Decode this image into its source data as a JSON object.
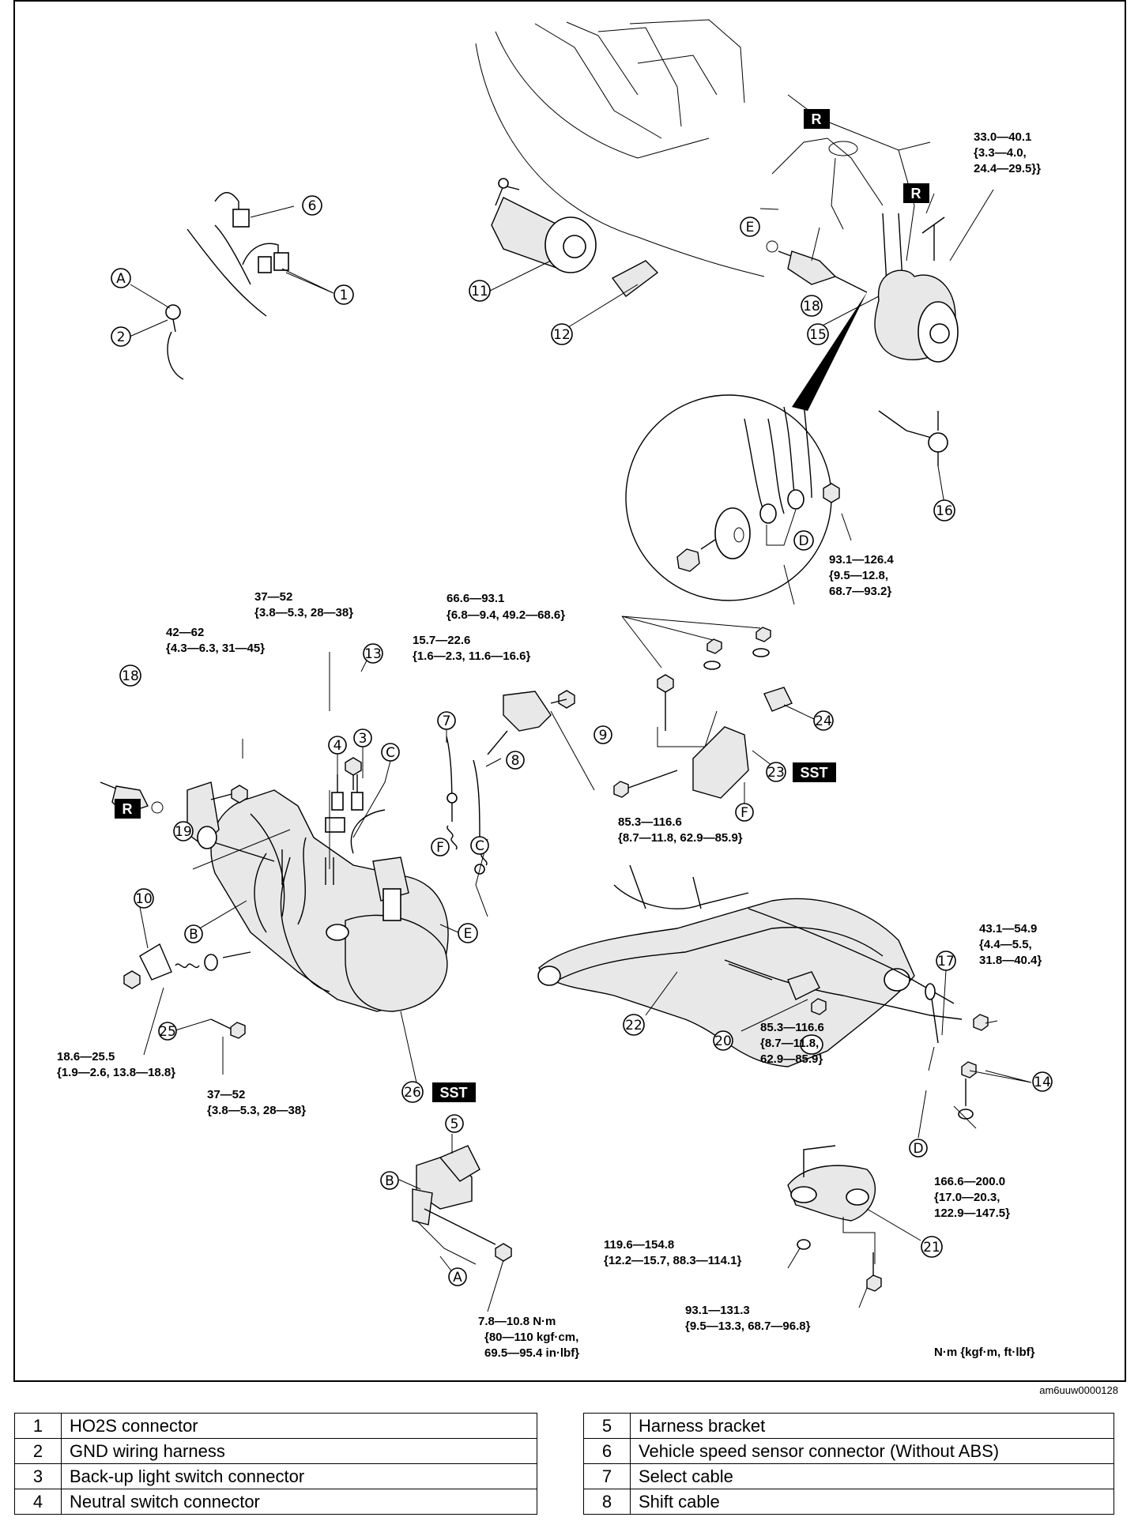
{
  "callouts": {
    "c1": "1",
    "c2": "2",
    "c3": "3",
    "c4": "4",
    "c5": "5",
    "c6": "6",
    "c7": "7",
    "c8": "8",
    "c9": "9",
    "c10": "10",
    "c11": "11",
    "c12": "12",
    "c13": "13",
    "c14": "14",
    "c15": "15",
    "c16": "16",
    "c17": "17",
    "c18a": "18",
    "c18b": "18",
    "c19": "19",
    "c20": "20",
    "c21": "21",
    "c22": "22",
    "c23": "23",
    "c24": "24",
    "c25": "25",
    "c26": "26",
    "A1": "A",
    "A2": "A",
    "B1": "B",
    "B2": "B",
    "C1": "C",
    "C2": "C",
    "D1": "D",
    "D2": "D",
    "E1": "E",
    "E2": "E",
    "F1": "F",
    "F2": "F"
  },
  "badges": {
    "r1": "R",
    "r2": "R",
    "r3": "R",
    "sst1": "SST",
    "sst2": "SST"
  },
  "torque_specs": {
    "t_33": [
      "33.0—40.1",
      "{3.3—4.0,",
      "24.4—29.5}}"
    ],
    "t_93_126": [
      "93.1—126.4",
      "{9.5—12.8,",
      "68.7—93.2}"
    ],
    "t_37_top": [
      "37—52",
      "{3.8—5.3, 28—38}"
    ],
    "t_42": [
      "42—62",
      "{4.3—6.3, 31—45}"
    ],
    "t_66": [
      "66.6—93.1",
      "{6.8—9.4, 49.2—68.6}"
    ],
    "t_15": [
      "15.7—22.6",
      "{1.6—2.3, 11.6—16.6}"
    ],
    "t_85_a": [
      "85.3—116.6",
      "{8.7—11.8, 62.9—85.9}"
    ],
    "t_43": [
      "43.1—54.9",
      "{4.4—5.5,",
      "31.8—40.4}"
    ],
    "t_85_b": [
      "85.3—116.6",
      "{8.7—11.8,",
      "62.9—85.9}"
    ],
    "t_18": [
      "18.6—25.5",
      "{1.9—2.6, 13.8—18.8}"
    ],
    "t_37_bot": [
      "37—52",
      "{3.8—5.3, 28—38}"
    ],
    "t_166": [
      "166.6—200.0",
      "{17.0—20.3,",
      "122.9—147.5}"
    ],
    "t_119": [
      "119.6—154.8",
      "{12.2—15.7, 88.3—114.1}"
    ],
    "t_7": [
      "7.8—10.8 N·m",
      "{80—110 kgf·cm,",
      "69.5—95.4 in·lbf}"
    ],
    "t_93_131": [
      "93.1—131.3",
      "{9.5—13.3, 68.7—96.8}"
    ]
  },
  "unit_note": "N·m {kgf·m, ft·lbf}",
  "figure_code": "am6uuw0000128",
  "legend_left": [
    {
      "num": "1",
      "label": "HO2S connector"
    },
    {
      "num": "2",
      "label": "GND wiring harness"
    },
    {
      "num": "3",
      "label": "Back-up light switch connector"
    },
    {
      "num": "4",
      "label": "Neutral switch connector"
    }
  ],
  "legend_right": [
    {
      "num": "5",
      "label": "Harness bracket"
    },
    {
      "num": "6",
      "label": "Vehicle speed sensor connector (Without ABS)"
    },
    {
      "num": "7",
      "label": "Select cable"
    },
    {
      "num": "8",
      "label": "Shift cable"
    }
  ]
}
